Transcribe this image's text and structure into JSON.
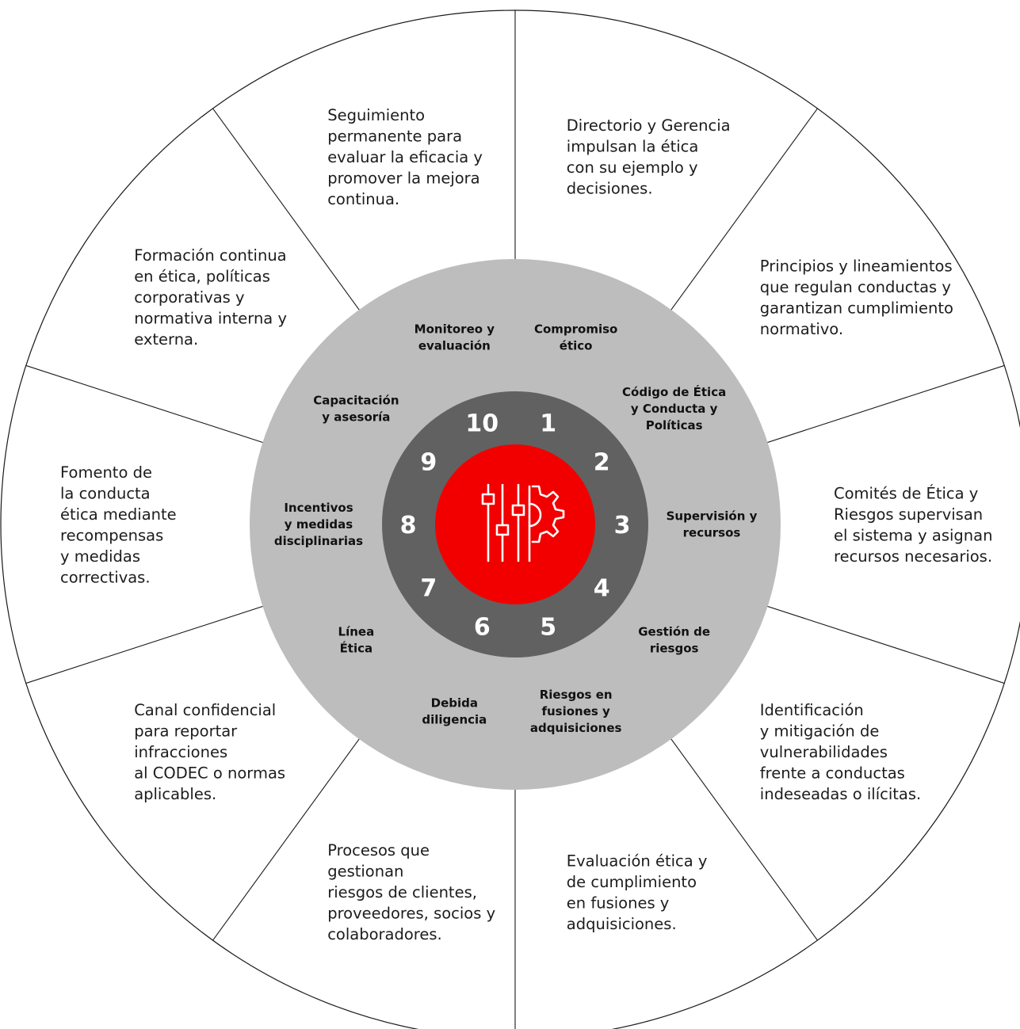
{
  "segments": [
    {
      "number": "1",
      "title": [
        "Compromiso",
        "ético"
      ],
      "description": [
        "Directorio y Gerencia",
        "impulsan la ética",
        "con su ejemplo y",
        "decisiones."
      ]
    },
    {
      "number": "2",
      "title": [
        "Código de Ética",
        "y Conducta y",
        "Políticas"
      ],
      "description": [
        "Principios y lineamientos",
        "que regulan conductas y",
        "garantizan cumplimiento",
        "normativo."
      ]
    },
    {
      "number": "3",
      "title": [
        "Supervisión y",
        "recursos"
      ],
      "description": [
        "Comités de Ética y",
        "Riesgos supervisan",
        "el sistema y asignan",
        "recursos necesarios."
      ]
    },
    {
      "number": "4",
      "title": [
        "Gestión de",
        "riesgos"
      ],
      "description": [
        "Identificación",
        "y mitigación de",
        "vulnerabilidades",
        "frente a conductas",
        "indeseadas o ilícitas."
      ]
    },
    {
      "number": "5",
      "title": [
        "Riesgos en",
        "fusiones y",
        "adquisiciones"
      ],
      "description": [
        "Evaluación ética y",
        "de cumplimiento",
        "en fusiones y",
        "adquisiciones."
      ]
    },
    {
      "number": "6",
      "title": [
        "Debida",
        "diligencia"
      ],
      "description": [
        "Procesos que",
        "gestionan",
        "riesgos de clientes,",
        "proveedores, socios y",
        "colaboradores."
      ]
    },
    {
      "number": "7",
      "title": [
        "Línea",
        "Ética"
      ],
      "description": [
        "Canal confidencial",
        "para reportar",
        "infracciones",
        "al CODEC o normas",
        "aplicables."
      ]
    },
    {
      "number": "8",
      "title": [
        "Incentivos",
        "y medidas",
        "disciplinarias"
      ],
      "description": [
        "Fomento de",
        "la conducta",
        "ética mediante",
        "recompensas",
        "y medidas",
        "correctivas."
      ]
    },
    {
      "number": "9",
      "title": [
        "Capacitación",
        "y asesoría"
      ],
      "description": [
        "Formación continua",
        "en ética, políticas",
        "corporativas y",
        "normativa interna y",
        "externa."
      ]
    },
    {
      "number": "10",
      "title": [
        "Monitoreo y",
        "evaluación"
      ],
      "description": [
        "Seguimiento",
        "permanente para",
        "evaluar la eficacia y",
        "promover la mejora",
        "continua."
      ]
    }
  ],
  "center_icon": "sliders-gear-icon",
  "colors": {
    "outer_ring": "#ffffff",
    "middle_ring": "#bdbdbd",
    "number_ring": "#616161",
    "center": "#f20000",
    "lines": "#1a1a1a"
  }
}
